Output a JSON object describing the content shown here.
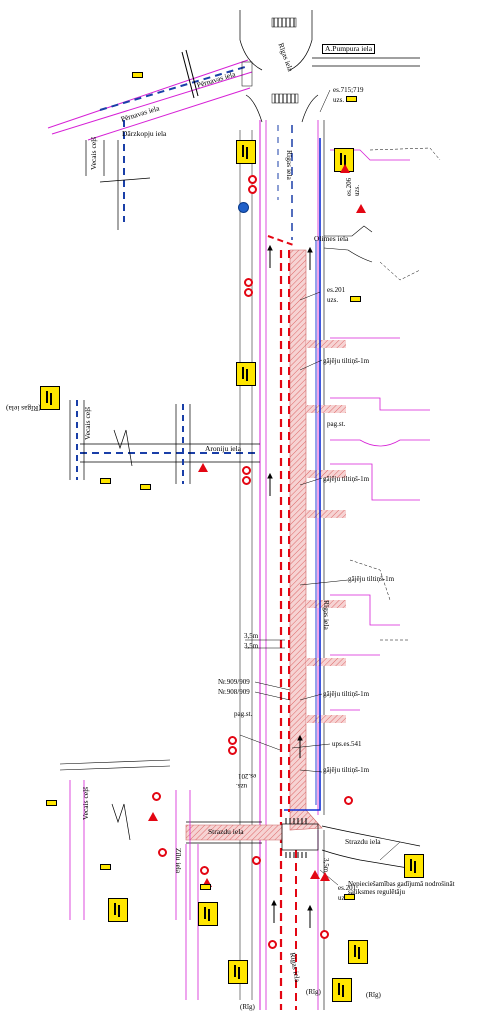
{
  "streets": {
    "a_pumpura": "A.Pumpura iela",
    "rigas_top": "Rīgas iela",
    "pernavas_1": "Pērnavas iela",
    "pernavas_2": "Pērnavas iela",
    "darzkopju": "Dārzkopju iela",
    "vecais_cels_1": "Vecais ceļš",
    "vecais_cels_2": "Vecais ceļš",
    "vecais_cels_3": "Vecais ceļš",
    "rigas_iela_vert": "(Rīgas iela)",
    "olimes": "Olimes iela",
    "aroniju": "Aroniju iela",
    "rigas_mid": "Rīgas iela",
    "rigas_upper": "Rīgas iela",
    "strazdu_left": "Strazdu iela",
    "strazdu_right": "Strazdu iela",
    "zilu": "Zīlu iela",
    "rigas_bottom": "Rīgas iela"
  },
  "annotations": {
    "es_715": "es.715;719",
    "uzs_1": "uzs.",
    "es_206": "es.206",
    "uzs_206": "uzs.",
    "es_201_top": "es.201",
    "uzs_201_top": "uzs.",
    "gajeju_1": "gājēju tiltiņš-1m",
    "gajeju_2": "gājēju tiltiņš-1m",
    "gajeju_3": "gājēju tiltiņš-1m",
    "gajeju_4": "gājēju tiltiņš-1m",
    "gajeju_5": "gājēju tiltiņš-1m",
    "pag_st_1": "pag.st.",
    "pag_st_2": "pag.st.",
    "dim_1": "3,5m",
    "dim_2": "3,5m",
    "dim_3": "3,5m",
    "nr_909": "Nr.909/909",
    "nr_908": "Nr.908/909",
    "es_201_mid": "es.201",
    "uzs_201_mid": "uzs.",
    "ups_es_541": "ups.es.541",
    "es_201_bot": "es.201",
    "uzs_201_bot": "uzs.",
    "note": "Nepieciešamības gadījumā nodrošināt satiksmes regulētāju",
    "tag_1": "(Rīg)",
    "tag_2": "(Rīg)",
    "tag_3": "(Rīg)"
  },
  "colors": {
    "magenta": "#d61fd6",
    "blue": "#1230d6",
    "red": "#e30613",
    "hatch": "#e8a0a0",
    "navy": "#1a3fa8",
    "sign_yellow": "#ffe600"
  }
}
